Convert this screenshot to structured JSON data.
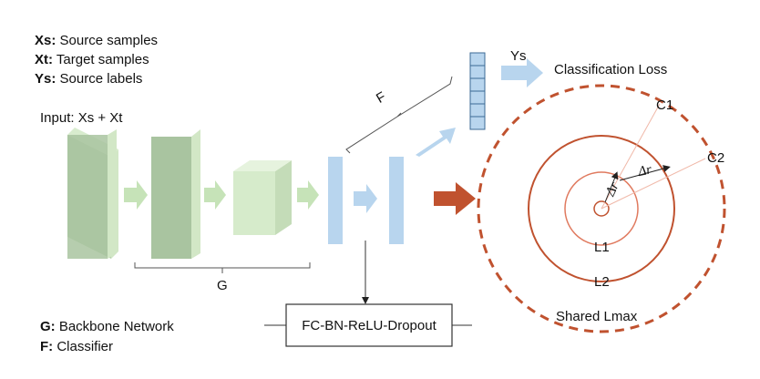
{
  "legend_top": [
    {
      "key": "Xs:",
      "desc": " Source samples"
    },
    {
      "key": "Xt:",
      "desc": " Target samples"
    },
    {
      "key": "Ys:",
      "desc": " Source labels"
    }
  ],
  "legend_bottom": [
    {
      "key": "G:",
      "desc": " Backbone Network"
    },
    {
      "key": "F:",
      "desc": " Classifier"
    }
  ],
  "input_label": "Input: Xs + Xt",
  "brace_g_label": "G",
  "brace_f_label": "F",
  "ys_label": "Ys",
  "classification_loss": "Classification Loss",
  "fc_block_label": "FC-BN-ReLU-Dropout",
  "circles": {
    "c1": "C1",
    "c2": "C2",
    "l1": "L1",
    "l2": "L2",
    "delta_r_1": "Δr",
    "delta_r_2": "Δr",
    "shared_lmax": "Shared Lmax"
  },
  "colors": {
    "green_dark": "#a9c4a0",
    "green_light": "#cfe6c4",
    "arrow_green": "#c6e3b8",
    "blue": "#b8d5ee",
    "orange": "#c0522f",
    "circle": "#c0522f"
  }
}
